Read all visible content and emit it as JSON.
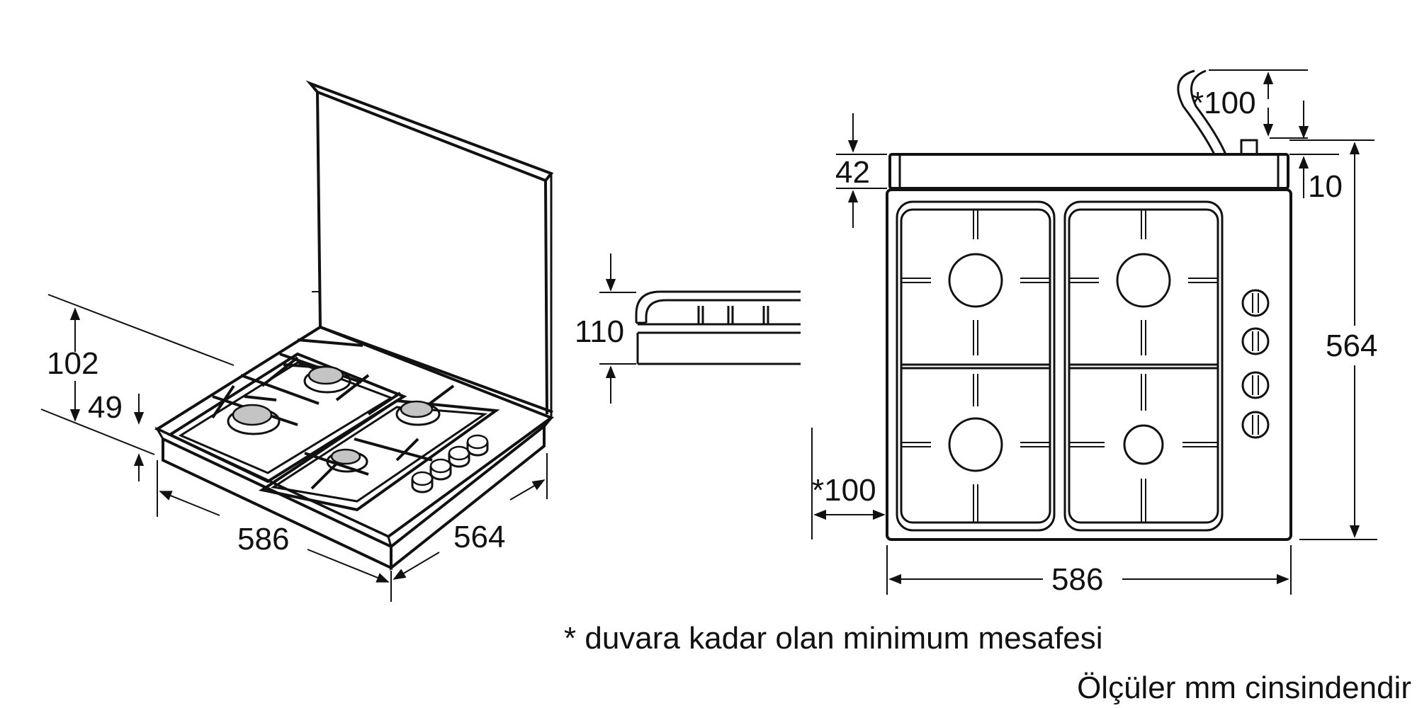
{
  "isometric_view": {
    "dimensions": {
      "height_with_lid": "102",
      "height_body": "49",
      "width": "586",
      "depth": "564"
    }
  },
  "side_section": {
    "dimensions": {
      "height": "110"
    }
  },
  "top_view": {
    "dimensions": {
      "wall_clearance_top": "*100",
      "lid_depth": "42",
      "lid_offset": "10",
      "depth": "564",
      "wall_clearance_side": "*100",
      "width": "586"
    },
    "burners": 4,
    "knobs": 4
  },
  "notes": {
    "footnote": "* duvara kadar olan minimum mesafesi",
    "units": "Ölçüler mm cinsindendir"
  }
}
